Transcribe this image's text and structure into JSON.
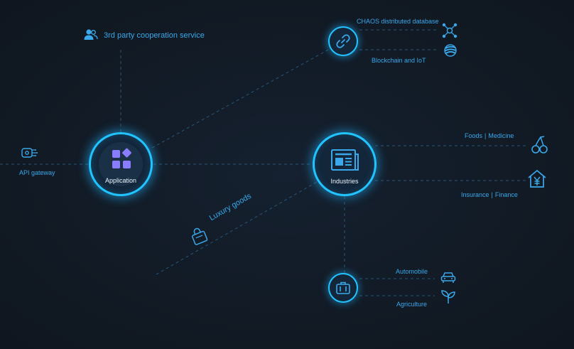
{
  "colors": {
    "background": "#121a24",
    "accent": "#3aa8ea",
    "accent_bright": "#22c4ff",
    "hub_fill": "#13263a",
    "app_icon": "#8a7cff",
    "label_white": "#e8f4ff"
  },
  "hubs": {
    "application": {
      "label": "Application",
      "icon": "apps-grid-icon"
    },
    "industries": {
      "label": "Industries",
      "icon": "newspaper-icon"
    },
    "integration": {
      "icon": "link-chain-icon"
    },
    "transport": {
      "icon": "briefcase-icon"
    }
  },
  "nodes": {
    "third_party": {
      "label": "3rd party cooperation service",
      "icon": "users-icon"
    },
    "api_gateway": {
      "label": "API gateway",
      "icon": "gateway-icon"
    },
    "luxury_goods": {
      "label": "Luxury goods",
      "icon": "shopping-bag-icon"
    },
    "chaos_db": {
      "label": "CHAOS distributed database",
      "icon": "network-nodes-icon"
    },
    "blockchain_iot": {
      "label": "Blockchain and IoT",
      "icon": "globe-layers-icon"
    },
    "foods_medicine": {
      "left": "Foods",
      "sep": "|",
      "right": "Medicine",
      "icon": "cherry-icon"
    },
    "insurance_finance": {
      "left": "Insurance",
      "sep": "|",
      "right": "Finance",
      "icon": "yen-house-icon"
    },
    "automobile": {
      "label": "Automobile",
      "icon": "car-icon"
    },
    "agriculture": {
      "label": "Agriculture",
      "icon": "sprout-icon"
    }
  }
}
